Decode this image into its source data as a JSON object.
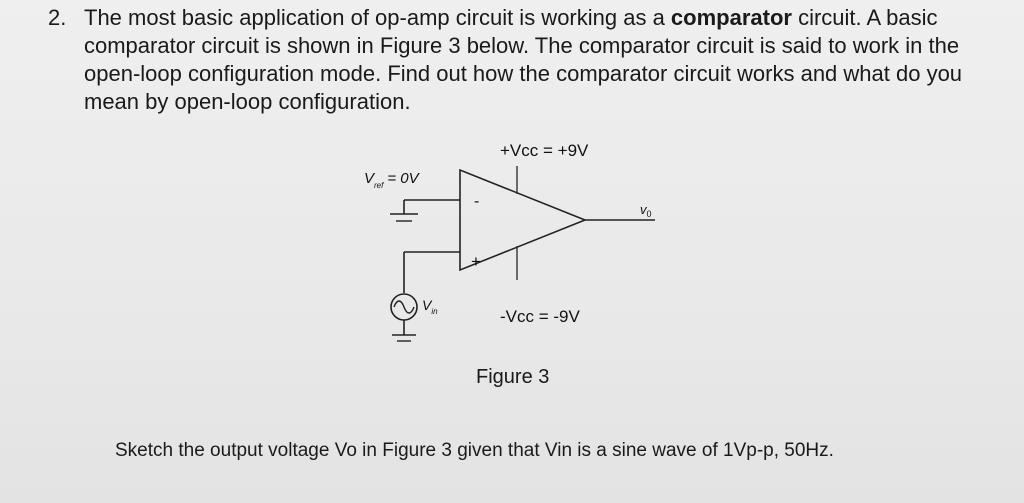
{
  "question": {
    "number": "2.",
    "text_before_bold": "The most basic application of op-amp circuit is working as a ",
    "bold_word": "comparator",
    "text_after_bold": " circuit. A basic comparator circuit is shown in Figure 3 below. The comparator circuit is said to work in the open-loop configuration mode. Find out how the comparator circuit works and what do you mean by open-loop configuration."
  },
  "circuit": {
    "vcc_pos_label": "+Vcc = +9V",
    "vcc_neg_label": "-Vcc = -9V",
    "vref_symbol": "V",
    "vref_subscript": "ref",
    "vref_value": "= 0V",
    "vin_symbol": "V",
    "vin_subscript": "in",
    "vo_symbol": "v",
    "vo_subscript": "0",
    "minus_terminal": "-",
    "plus_terminal": "+"
  },
  "figure_caption": "Figure 3",
  "task_text": "Sketch the output voltage Vo in Figure 3 given that Vin is a sine wave of 1Vp-p, 50Hz."
}
